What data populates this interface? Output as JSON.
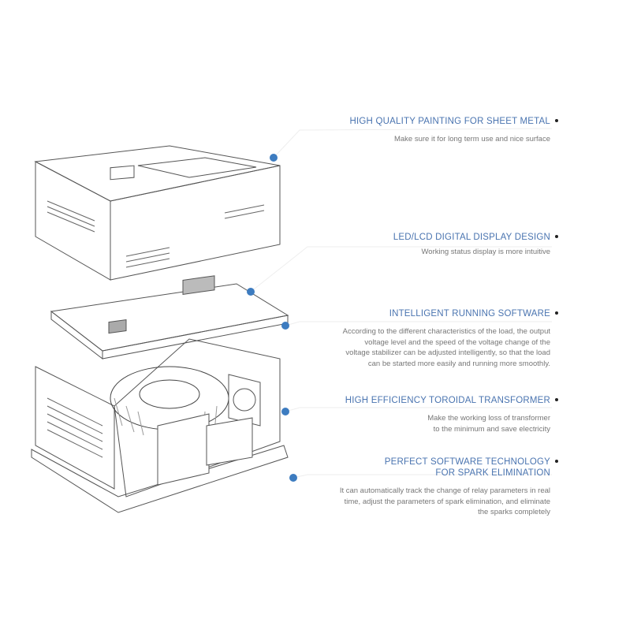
{
  "features": [
    {
      "title": "HIGH QUALITY PAINTING FOR SHEET METAL",
      "desc": [
        "Make sure it for long term use and nice surface"
      ]
    },
    {
      "title": "LED/LCD DIGITAL DISPLAY DESIGN",
      "desc": [
        "Working status display is more intuitive"
      ]
    },
    {
      "title": "INTELLIGENT RUNNING SOFTWARE",
      "desc": [
        "According to the different characteristics of the load, the output",
        "voltage level and the speed of the voltage change of the",
        "voltage stabilizer can be adjusted intelligently, so that the load",
        "can be started more easily and running more smoothly."
      ]
    },
    {
      "title": "HIGH EFFICIENCY TOROIDAL TRANSFORMER",
      "desc": [
        "Make the working loss of transformer",
        "to the minimum and save electricity"
      ]
    },
    {
      "title_lines": [
        "PERFECT SOFTWARE TECHNOLOGY",
        "FOR SPARK ELIMINATION"
      ],
      "desc": [
        "It can automatically track the change of relay parameters in real",
        "time, adjust the parameters of spark elimination, and eliminate",
        "the sparks completely"
      ]
    }
  ],
  "colors": {
    "accent": "#4a74b0",
    "dot": "#3d7cc0",
    "text": "#777777"
  }
}
